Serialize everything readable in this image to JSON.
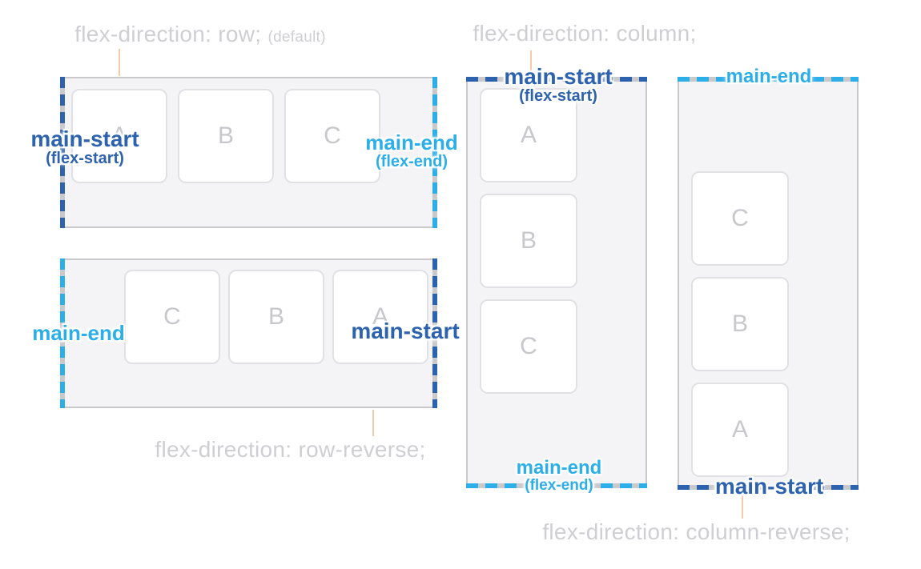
{
  "colors": {
    "main_start": "#2d62ae",
    "main_end": "#2cafe9",
    "container_bg": "#f4f4f6",
    "container_border": "#c9c9cc",
    "item_border": "#e1e1e5",
    "item_bg": "#ffffff",
    "item_letter": "#c7c7cc",
    "title_text": "#cfcfd3",
    "connector": "#f9c8ab"
  },
  "panels": [
    {
      "id": "row",
      "title": "flex-direction: row;",
      "note": "(default)",
      "items": [
        "A",
        "B",
        "C"
      ],
      "start_label": "main-start",
      "start_sub": "(flex-start)",
      "end_label": "main-end",
      "end_sub": "(flex-end)"
    },
    {
      "id": "row-reverse",
      "title": "flex-direction: row-reverse;",
      "items": [
        "C",
        "B",
        "A"
      ],
      "start_label": "main-start",
      "end_label": "main-end"
    },
    {
      "id": "column",
      "title": "flex-direction: column;",
      "items": [
        "A",
        "B",
        "C"
      ],
      "start_label": "main-start",
      "start_sub": "(flex-start)",
      "end_label": "main-end",
      "end_sub": "(flex-end)"
    },
    {
      "id": "column-reverse",
      "title": "flex-direction: column-reverse;",
      "items": [
        "C",
        "B",
        "A"
      ],
      "start_label": "main-start",
      "end_label": "main-end"
    }
  ]
}
